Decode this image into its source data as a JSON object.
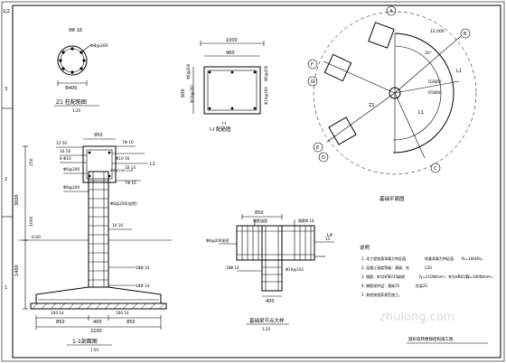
{
  "border_labels": {
    "tl_corner": "1|2",
    "bar_1": "3",
    "bar_2": "2",
    "bar_3": "1"
  },
  "column_section": {
    "bar": "Φ8 16",
    "stirrup": "Φ8@200",
    "diameter": "Φ400",
    "caption": "Z1 柱配筋图",
    "scale": "1:20"
  },
  "wall_section": {
    "dim_total": "1000",
    "dim_inner": "960",
    "dim_height": "600",
    "caption": "Ⅰ-Ⅰ 配筋图",
    "label": "I-I",
    "rebar_1": "Φ6@200",
    "rebar_2": "Φ10@200",
    "rebar_3": "Φ6@200",
    "rebar_4": "Φ10@200"
  },
  "plan_view": {
    "r1": "R2800",
    "r2": "R5800",
    "dim_top": "12.000",
    "angle": "30°",
    "axis_a": "A",
    "axis_b": "B",
    "axis_c": "C",
    "axis_d": "D",
    "axis_e": "E",
    "axis_f": "F",
    "axis_g": "G",
    "label_z1": "Z1",
    "label_l1": "L1",
    "label_l2": "L1",
    "caption": "基础平面图"
  },
  "elevation": {
    "caption": "1-1剖面图",
    "scale": "1:50",
    "dim_950": "950",
    "dim_3000": "3000",
    "dim_1400": "1400",
    "dim_2200": "2200",
    "dim_850a": "850",
    "dim_400": "400",
    "dim_850b": "850",
    "dim_1000": "1000",
    "dim_250": "250",
    "level": "0.00",
    "label_1": "12 50",
    "label_2": "10 16",
    "label_3": "8 Φ10",
    "label_4": "Φ6@200",
    "label_5": "Φ8@200",
    "label_6": "Φ10 16",
    "label_7": "7Φ 16",
    "label_8": "10 14",
    "label_9": "L1",
    "label_10": "7Φ 16",
    "label_11": "Φ8@150 C20",
    "label_12": "Φ8@200(加密)",
    "label_13": "10 16",
    "label_14": "18Φ 14",
    "label_15": "18Φ 14",
    "label_16": "100 14",
    "label_17": "100 14"
  },
  "joint_detail": {
    "dim_850": "850",
    "dim_400": "400",
    "label_a": "钢筋锚固",
    "label_b": "钢筋Φ 16",
    "label_c": "Φ8@200加密",
    "label_d": "18Φ 14",
    "label_e": "Φ10@150",
    "label_f": "14",
    "label_g": "L4",
    "caption": "基础梁节点大样",
    "scale": "1:20"
  },
  "notes": {
    "title": "说明",
    "n1": "1. 本工程地基承载力特征值",
    "n1b": "地基承载力特征值",
    "n1c": "fk=160kPa。",
    "n2": "2. 混凝土强度等级：基础、柱",
    "n2b": "C20",
    "n3": "3. 钢筋：Φ为HPB235级钢",
    "n3b": "fy=210N/mm²，Φ为HRB335",
    "n3c": "fy=300N/mm²。",
    "n4": "4. 钢筋保护层：基础35",
    "n4b": "柱梁25",
    "n5": "5. 其他按国家规范施工。",
    "drawing_title": "圆形旋转楼梯结构施工图"
  },
  "watermark": "zhulong.com"
}
